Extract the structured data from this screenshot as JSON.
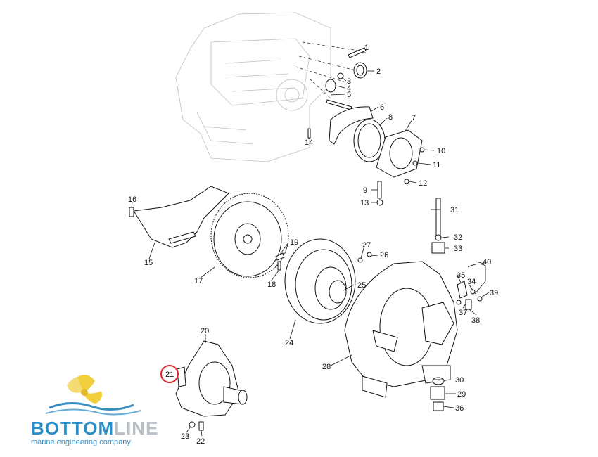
{
  "diagram": {
    "callouts": [
      {
        "id": "c1",
        "label": "1"
      },
      {
        "id": "c2",
        "label": "2"
      },
      {
        "id": "c3",
        "label": "3"
      },
      {
        "id": "c4",
        "label": "4"
      },
      {
        "id": "c5",
        "label": "5"
      },
      {
        "id": "c6",
        "label": "6"
      },
      {
        "id": "c7",
        "label": "7"
      },
      {
        "id": "c8",
        "label": "8"
      },
      {
        "id": "c9",
        "label": "9"
      },
      {
        "id": "c10",
        "label": "10"
      },
      {
        "id": "c11",
        "label": "11"
      },
      {
        "id": "c12",
        "label": "12"
      },
      {
        "id": "c13",
        "label": "13"
      },
      {
        "id": "c14",
        "label": "14"
      },
      {
        "id": "c15",
        "label": "15"
      },
      {
        "id": "c16",
        "label": "16"
      },
      {
        "id": "c17",
        "label": "17"
      },
      {
        "id": "c18",
        "label": "18"
      },
      {
        "id": "c19",
        "label": "19"
      },
      {
        "id": "c20",
        "label": "20"
      },
      {
        "id": "c21",
        "label": "21"
      },
      {
        "id": "c22",
        "label": "22"
      },
      {
        "id": "c23",
        "label": "23"
      },
      {
        "id": "c24",
        "label": "24"
      },
      {
        "id": "c25",
        "label": "25"
      },
      {
        "id": "c26",
        "label": "26"
      },
      {
        "id": "c27",
        "label": "27"
      },
      {
        "id": "c28",
        "label": "28"
      },
      {
        "id": "c29",
        "label": "29"
      },
      {
        "id": "c30",
        "label": "30"
      },
      {
        "id": "c31",
        "label": "31"
      },
      {
        "id": "c32",
        "label": "32"
      },
      {
        "id": "c33",
        "label": "33"
      },
      {
        "id": "c34",
        "label": "34"
      },
      {
        "id": "c35",
        "label": "35"
      },
      {
        "id": "c36",
        "label": "36"
      },
      {
        "id": "c37",
        "label": "37"
      },
      {
        "id": "c38",
        "label": "38"
      },
      {
        "id": "c39",
        "label": "39"
      },
      {
        "id": "c40",
        "label": "40"
      }
    ],
    "highlighted_callout": "21",
    "highlight_color": "#d8242a"
  },
  "logo": {
    "brand_bottom": "BOTTOM",
    "brand_line": "LINE",
    "tagline": "marine engineering company",
    "brand_color": "#2a8fc8",
    "accent_color": "#f2cf3c"
  }
}
